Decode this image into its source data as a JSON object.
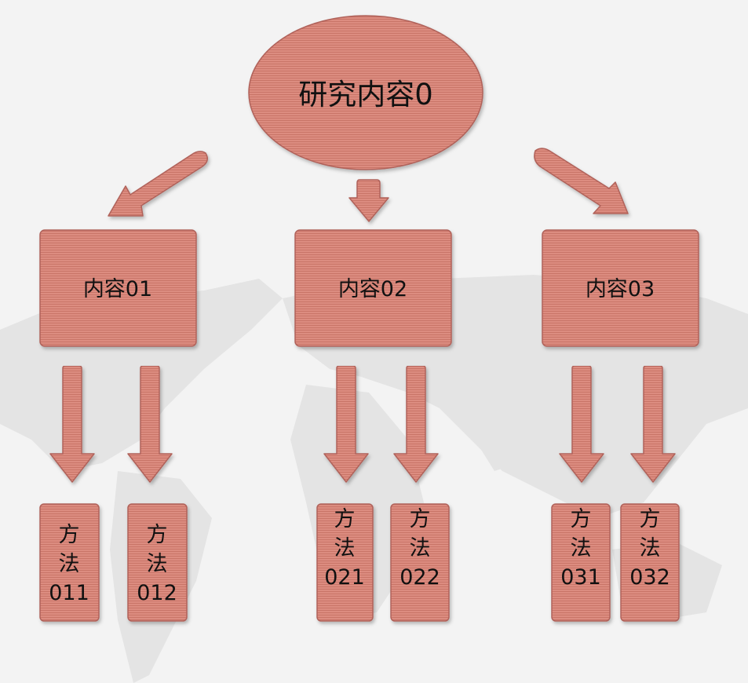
{
  "root": {
    "label": "研究内容0"
  },
  "contents": [
    {
      "label": "内容01",
      "methods": [
        {
          "lines": [
            "方",
            "法",
            "011"
          ]
        },
        {
          "lines": [
            "方",
            "法",
            "012"
          ]
        }
      ]
    },
    {
      "label": "内容02",
      "methods": [
        {
          "lines": [
            "方",
            "法",
            "021"
          ]
        },
        {
          "lines": [
            "方",
            "法",
            "022"
          ]
        }
      ]
    },
    {
      "label": "内容03",
      "methods": [
        {
          "lines": [
            "方",
            "法",
            "031"
          ]
        },
        {
          "lines": [
            "方",
            "法",
            "032"
          ]
        }
      ]
    }
  ],
  "colors": {
    "fill": "#d98a7e",
    "stripe": "#c9766a",
    "stroke": "#b0625a",
    "background": "#f3f3f3",
    "map": "#e6e6e6"
  }
}
